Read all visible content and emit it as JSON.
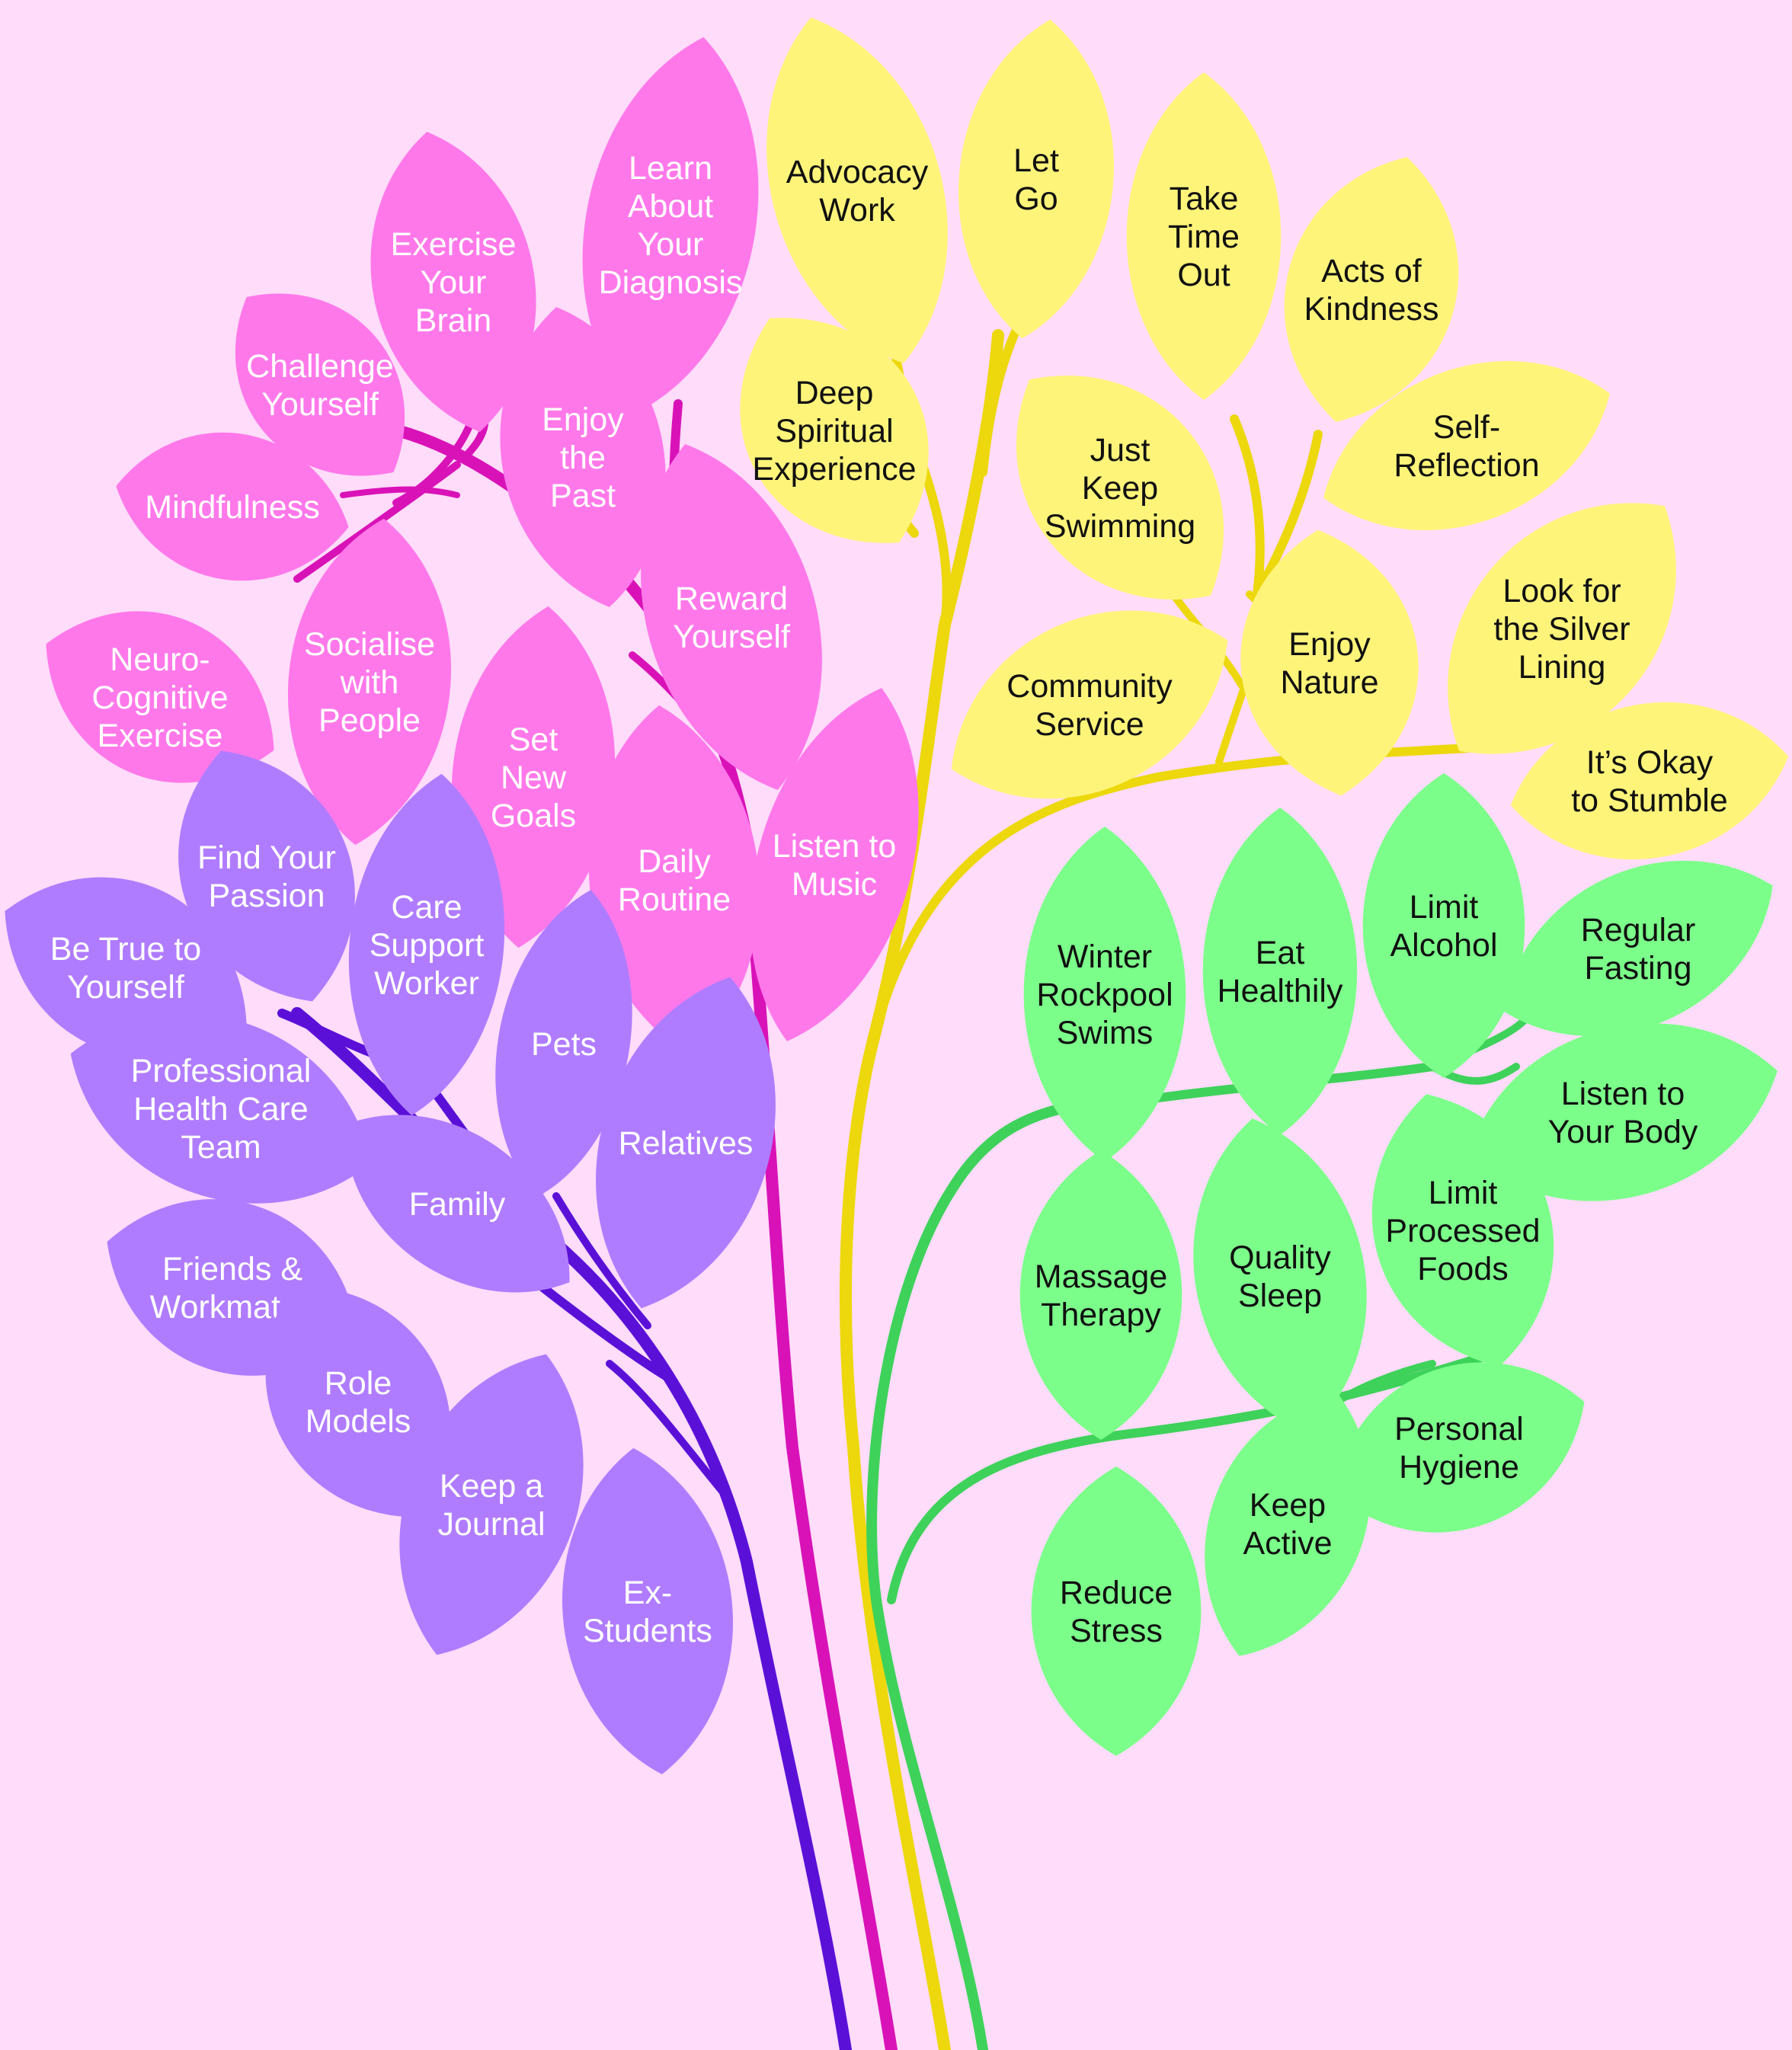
{
  "colors": {
    "background": "#ffdcfa",
    "pink_leaf": "#ff78ea",
    "pink_stem": "#d912b8",
    "purple_leaf": "#b07cff",
    "purple_stem": "#5b10d8",
    "yellow_leaf": "#fff47a",
    "yellow_stem": "#ecd80c",
    "green_leaf": "#7cff8a",
    "green_stem": "#3ed25a",
    "light_text": "#ffffff",
    "dark_text": "#111111"
  },
  "branches": {
    "pink": {
      "leaves": [
        {
          "id": "learn-about-your-diagnosis",
          "lines": [
            "Learn",
            "About",
            "Your",
            "Diagnosis"
          ]
        },
        {
          "id": "exercise-your-brain",
          "lines": [
            "Exercise",
            "Your",
            "Brain"
          ]
        },
        {
          "id": "challenge-yourself",
          "lines": [
            "Challenge",
            "Yourself"
          ]
        },
        {
          "id": "enjoy-the-past",
          "lines": [
            "Enjoy",
            "the",
            "Past"
          ]
        },
        {
          "id": "mindfulness",
          "lines": [
            "Mindfulness"
          ]
        },
        {
          "id": "reward-yourself",
          "lines": [
            "Reward",
            "Yourself"
          ]
        },
        {
          "id": "neuro-cognitive-exercise",
          "lines": [
            "Neuro-",
            "Cognitive",
            "Exercise"
          ]
        },
        {
          "id": "socialise-with-people",
          "lines": [
            "Socialise",
            "with",
            "People"
          ]
        },
        {
          "id": "set-new-goals",
          "lines": [
            "Set",
            "New",
            "Goals"
          ]
        },
        {
          "id": "listen-to-music",
          "lines": [
            "Listen to",
            "Music"
          ]
        },
        {
          "id": "daily-routine",
          "lines": [
            "Daily",
            "Routine"
          ]
        }
      ]
    },
    "purple": {
      "leaves": [
        {
          "id": "find-your-passion",
          "lines": [
            "Find Your",
            "Passion"
          ]
        },
        {
          "id": "care-support-worker",
          "lines": [
            "Care",
            "Support",
            "Worker"
          ]
        },
        {
          "id": "be-true-to-yourself",
          "lines": [
            "Be True to",
            "Yourself"
          ]
        },
        {
          "id": "pets",
          "lines": [
            "Pets"
          ]
        },
        {
          "id": "professional-health-care-team",
          "lines": [
            "Professional",
            "Health Care",
            "Team"
          ]
        },
        {
          "id": "relatives",
          "lines": [
            "Relatives"
          ]
        },
        {
          "id": "family",
          "lines": [
            "Family"
          ]
        },
        {
          "id": "friends-and-workmates",
          "lines": [
            "Friends &",
            "Workmates"
          ]
        },
        {
          "id": "role-models",
          "lines": [
            "Role",
            "Models"
          ]
        },
        {
          "id": "keep-a-journal",
          "lines": [
            "Keep a",
            "Journal"
          ]
        },
        {
          "id": "ex-students",
          "lines": [
            "Ex-",
            "Students"
          ]
        }
      ]
    },
    "yellow": {
      "leaves": [
        {
          "id": "advocacy-work",
          "lines": [
            "Advocacy",
            "Work"
          ]
        },
        {
          "id": "let-go",
          "lines": [
            "Let",
            "Go"
          ]
        },
        {
          "id": "take-time-out",
          "lines": [
            "Take",
            "Time",
            "Out"
          ]
        },
        {
          "id": "acts-of-kindness",
          "lines": [
            "Acts of",
            "Kindness"
          ]
        },
        {
          "id": "deep-spiritual-experience",
          "lines": [
            "Deep",
            "Spiritual",
            "Experience"
          ]
        },
        {
          "id": "just-keep-swimming",
          "lines": [
            "Just",
            "Keep",
            "Swimming"
          ]
        },
        {
          "id": "self-reflection",
          "lines": [
            "Self-",
            "Reflection"
          ]
        },
        {
          "id": "look-for-the-silver-lining",
          "lines": [
            "Look for",
            "the Silver",
            "Lining"
          ]
        },
        {
          "id": "enjoy-nature",
          "lines": [
            "Enjoy",
            "Nature"
          ]
        },
        {
          "id": "community-service",
          "lines": [
            "Community",
            "Service"
          ]
        },
        {
          "id": "its-okay-to-stumble",
          "lines": [
            "It’s Okay",
            "to Stumble"
          ]
        }
      ]
    },
    "green": {
      "leaves": [
        {
          "id": "winter-rockpool-swims",
          "lines": [
            "Winter",
            "Rockpool",
            "Swims"
          ]
        },
        {
          "id": "eat-healthily",
          "lines": [
            "Eat",
            "Healthily"
          ]
        },
        {
          "id": "limit-alcohol",
          "lines": [
            "Limit",
            "Alcohol"
          ]
        },
        {
          "id": "regular-fasting",
          "lines": [
            "Regular",
            "Fasting"
          ]
        },
        {
          "id": "listen-to-your-body",
          "lines": [
            "Listen to",
            "Your Body"
          ]
        },
        {
          "id": "limit-processed-foods",
          "lines": [
            "Limit",
            "Processed",
            "Foods"
          ]
        },
        {
          "id": "quality-sleep",
          "lines": [
            "Quality",
            "Sleep"
          ]
        },
        {
          "id": "massage-therapy",
          "lines": [
            "Massage",
            "Therapy"
          ]
        },
        {
          "id": "personal-hygiene",
          "lines": [
            "Personal",
            "Hygiene"
          ]
        },
        {
          "id": "keep-active",
          "lines": [
            "Keep",
            "Active"
          ]
        },
        {
          "id": "reduce-stress",
          "lines": [
            "Reduce",
            "Stress"
          ]
        }
      ]
    }
  }
}
